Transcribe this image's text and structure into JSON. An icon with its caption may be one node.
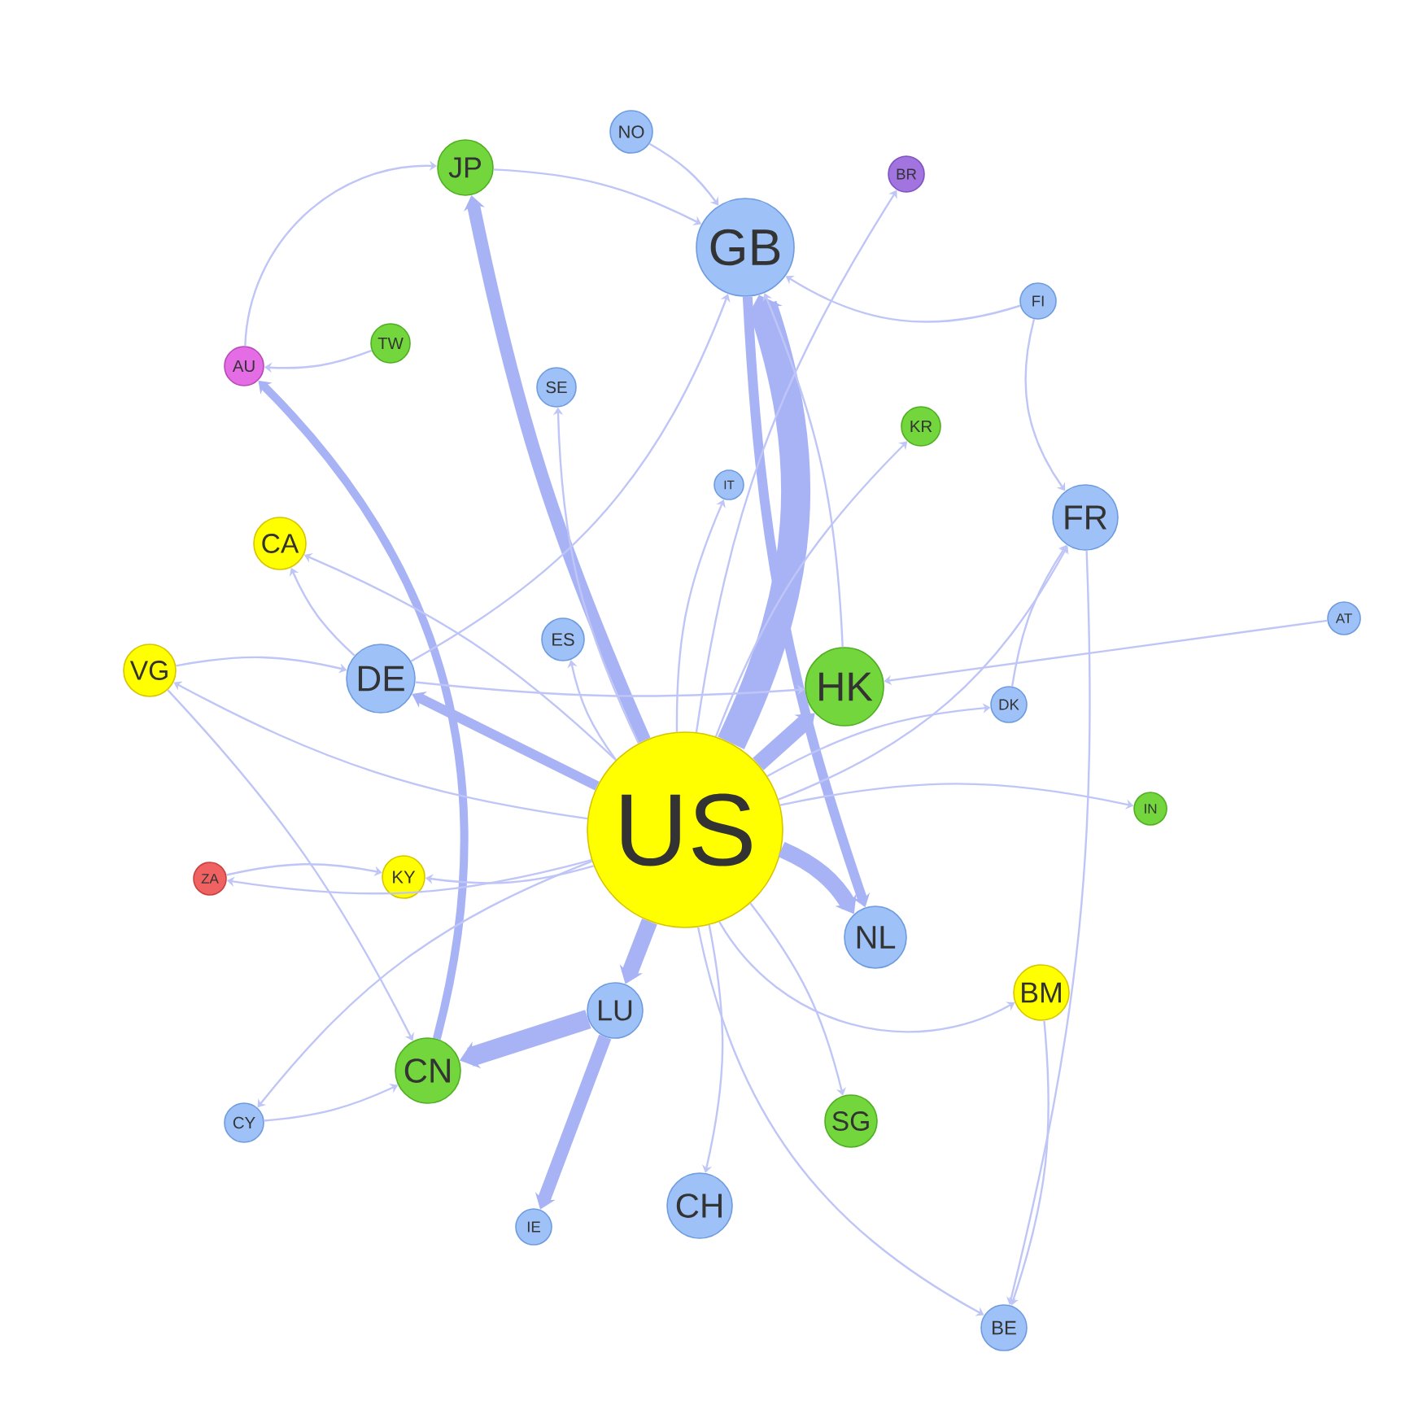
{
  "diagram": {
    "nodes": [
      {
        "text": [
          "NO"
        ]
      },
      {
        "text": [
          "JP"
        ]
      },
      {
        "text": [
          "BR"
        ]
      },
      {
        "text": [
          "GB"
        ]
      },
      {
        "text": [
          "FI"
        ]
      },
      {
        "text": [
          "TW"
        ]
      },
      {
        "text": [
          "AU"
        ]
      },
      {
        "text": [
          "SE"
        ]
      },
      {
        "text": [
          "KR"
        ]
      },
      {
        "text": [
          "IT"
        ]
      },
      {
        "text": [
          "FR"
        ]
      },
      {
        "text": [
          "CA"
        ]
      },
      {
        "text": [
          "AT"
        ]
      },
      {
        "text": [
          "ES"
        ]
      },
      {
        "text": [
          "VG"
        ]
      },
      {
        "text": [
          "DE"
        ]
      },
      {
        "text": [
          "HK"
        ]
      },
      {
        "text": [
          "DK"
        ]
      },
      {
        "text": [
          "IN"
        ]
      },
      {
        "text": [
          "US"
        ]
      },
      {
        "text": [
          "KY"
        ]
      },
      {
        "text": [
          "ZA"
        ]
      },
      {
        "text": [
          "NL"
        ]
      },
      {
        "text": [
          "BM"
        ]
      },
      {
        "text": [
          "LU"
        ]
      },
      {
        "text": [
          "CN"
        ]
      },
      {
        "text": [
          "SG"
        ]
      },
      {
        "text": [
          "CY"
        ]
      },
      {
        "text": [
          "CH"
        ]
      },
      {
        "text": [
          "IE"
        ]
      },
      {
        "text": [
          "BE"
        ]
      }
    ],
    "edges": [
      {
        "from": 19,
        "to": 3,
        "arrow": "to",
        "style": "thick"
      },
      {
        "from": 19,
        "to": 1,
        "arrow": "to",
        "style": "thick"
      },
      {
        "from": 19,
        "to": 16,
        "arrow": "to",
        "style": "thick"
      },
      {
        "from": 19,
        "to": 22,
        "arrow": "to",
        "style": "thick"
      },
      {
        "from": 19,
        "to": 24,
        "arrow": "to",
        "style": "thick"
      },
      {
        "from": 24,
        "to": 25,
        "arrow": "to",
        "style": "thick"
      },
      {
        "from": 24,
        "to": 29,
        "arrow": "to",
        "style": "thick"
      },
      {
        "from": 3,
        "to": 22,
        "arrow": "to",
        "style": "thick"
      },
      {
        "from": 25,
        "to": 6,
        "arrow": "to",
        "style": "thick"
      },
      {
        "from": 19,
        "to": 15,
        "arrow": "to",
        "style": "thick"
      },
      {
        "from": 15,
        "to": 11,
        "arrow": "to"
      },
      {
        "from": 19,
        "to": 26,
        "arrow": "to"
      },
      {
        "from": 4,
        "to": 3,
        "arrow": "to"
      },
      {
        "from": 4,
        "to": 10,
        "arrow": "to"
      },
      {
        "from": 10,
        "to": 30,
        "arrow": "to"
      },
      {
        "from": 23,
        "to": 30,
        "arrow": "to"
      },
      {
        "from": 15,
        "to": 3,
        "arrow": "to"
      },
      {
        "from": 14,
        "to": 15,
        "arrow": "to"
      },
      {
        "from": 15,
        "to": 16,
        "arrow": "to"
      },
      {
        "from": 19,
        "to": 20,
        "arrow": "to"
      },
      {
        "from": 21,
        "to": 20,
        "arrow": "to"
      },
      {
        "from": 6,
        "to": 1,
        "arrow": "to"
      },
      {
        "from": 5,
        "to": 6,
        "arrow": "to"
      },
      {
        "from": 1,
        "to": 3,
        "arrow": "to"
      },
      {
        "from": 0,
        "to": 3,
        "arrow": "to"
      },
      {
        "from": 17,
        "to": 10,
        "arrow": "to"
      },
      {
        "from": 19,
        "to": 10,
        "arrow": "to"
      },
      {
        "from": 16,
        "to": 3,
        "arrow": "to"
      },
      {
        "from": 19,
        "to": 28,
        "arrow": "to"
      },
      {
        "from": 27,
        "to": 25,
        "arrow": "to"
      },
      {
        "from": 14,
        "to": 25,
        "arrow": "to"
      },
      {
        "from": 12,
        "to": 16,
        "arrow": "to"
      },
      {
        "from": 19,
        "to": 9,
        "arrow": "to"
      },
      {
        "from": 19,
        "to": 13,
        "arrow": "to"
      },
      {
        "from": 19,
        "to": 7,
        "arrow": "to"
      },
      {
        "from": 19,
        "to": 23,
        "arrow": "to"
      },
      {
        "from": 19,
        "to": 18,
        "arrow": "to"
      },
      {
        "from": 19,
        "to": 17,
        "arrow": "to"
      },
      {
        "from": 19,
        "to": 8,
        "arrow": "to"
      },
      {
        "from": 19,
        "to": 2,
        "arrow": "to"
      },
      {
        "from": 19,
        "to": 14,
        "arrow": "to"
      },
      {
        "from": 19,
        "to": 11,
        "arrow": "to"
      },
      {
        "from": 19,
        "to": 30,
        "arrow": "to"
      },
      {
        "from": 19,
        "to": 21,
        "arrow": "to"
      },
      {
        "from": 19,
        "to": 27,
        "arrow": "to"
      }
    ]
  }
}
